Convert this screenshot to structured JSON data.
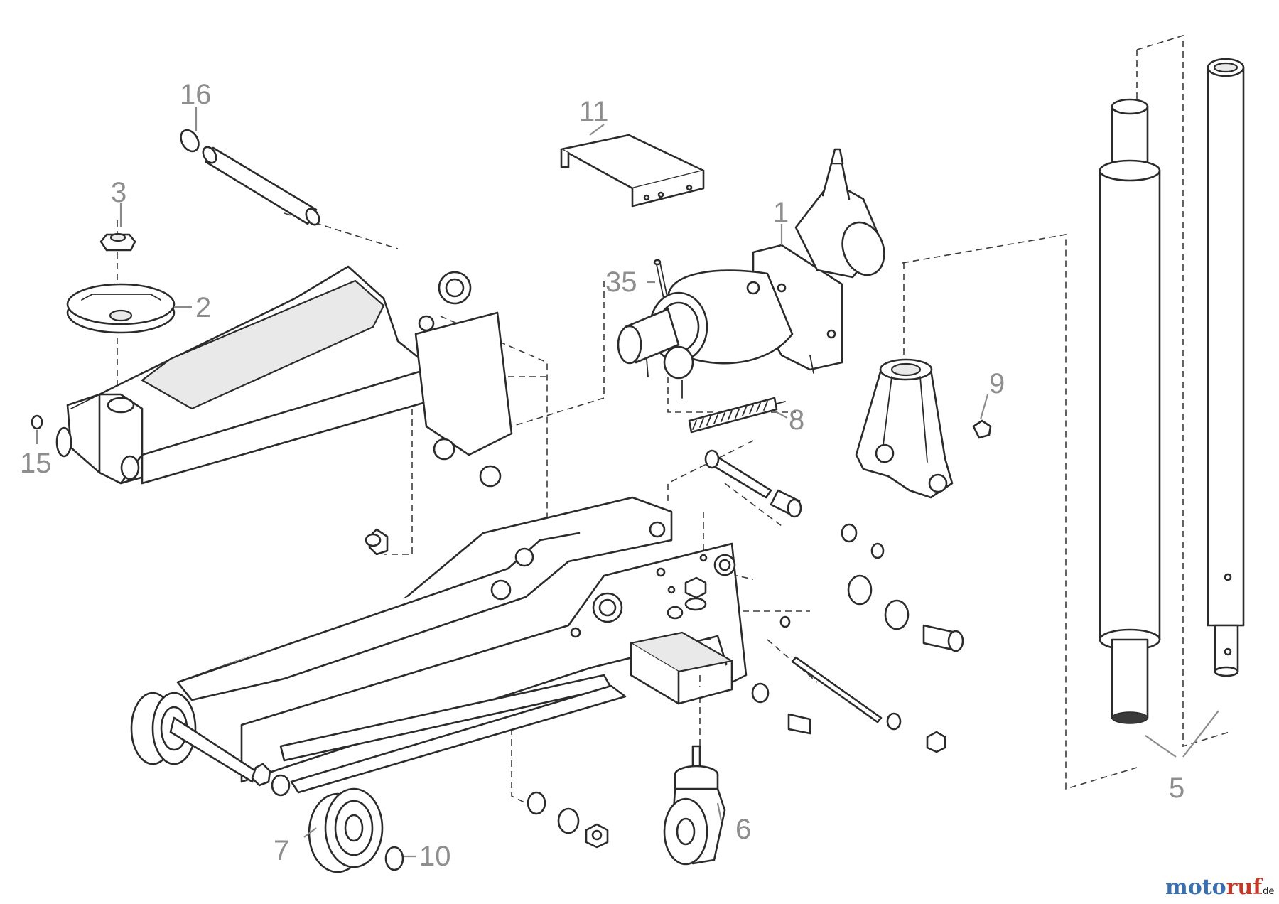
{
  "callouts": {
    "c1": "1",
    "c2": "2",
    "c3": "3",
    "c5": "5",
    "c6": "6",
    "c7": "7",
    "c8": "8",
    "c9": "9",
    "c10": "10",
    "c11": "11",
    "c15": "15",
    "c16": "16",
    "c35": "35"
  },
  "watermark": {
    "brand_moto": "moto",
    "brand_ruf": "ruf",
    "suffix": ".de",
    "color_moto": "#3a6fb0",
    "color_ruf": "#c0392b"
  }
}
